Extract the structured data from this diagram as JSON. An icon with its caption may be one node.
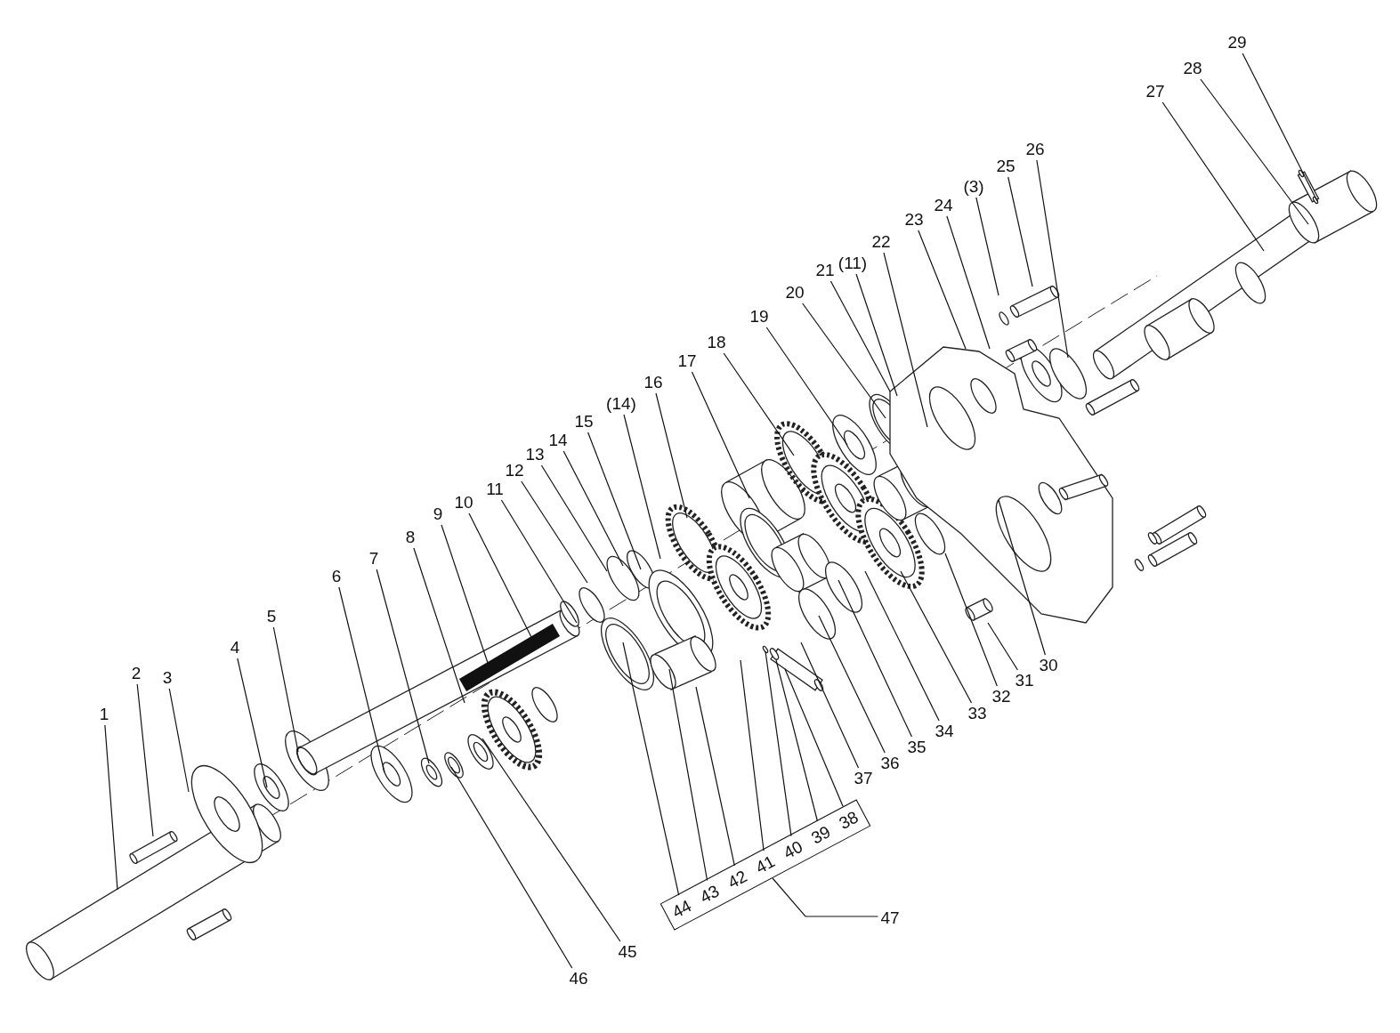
{
  "diagram": {
    "nodes": [
      {
        "text": [
          "1"
        ]
      },
      {
        "text": [
          "2"
        ]
      },
      {
        "text": [
          "3"
        ]
      },
      {
        "text": [
          "4"
        ]
      },
      {
        "text": [
          "5"
        ]
      },
      {
        "text": [
          "6"
        ]
      },
      {
        "text": [
          "7"
        ]
      },
      {
        "text": [
          "8"
        ]
      },
      {
        "text": [
          "9"
        ]
      },
      {
        "text": [
          "10"
        ]
      },
      {
        "text": [
          "11"
        ]
      },
      {
        "text": [
          "12"
        ]
      },
      {
        "text": [
          "13"
        ]
      },
      {
        "text": [
          "14"
        ]
      },
      {
        "text": [
          "15"
        ]
      },
      {
        "text": [
          "(14)"
        ]
      },
      {
        "text": [
          "16"
        ]
      },
      {
        "text": [
          "17"
        ]
      },
      {
        "text": [
          "18"
        ]
      },
      {
        "text": [
          "19"
        ]
      },
      {
        "text": [
          "20"
        ]
      },
      {
        "text": [
          "21"
        ]
      },
      {
        "text": [
          "(11)"
        ]
      },
      {
        "text": [
          "22"
        ]
      },
      {
        "text": [
          "23"
        ]
      },
      {
        "text": [
          "24"
        ]
      },
      {
        "text": [
          "(3)"
        ]
      },
      {
        "text": [
          "25"
        ]
      },
      {
        "text": [
          "26"
        ]
      },
      {
        "text": [
          "27"
        ]
      },
      {
        "text": [
          "28"
        ]
      },
      {
        "text": [
          "29"
        ]
      },
      {
        "text": [
          "30"
        ]
      },
      {
        "text": [
          "31"
        ]
      },
      {
        "text": [
          "32"
        ]
      },
      {
        "text": [
          "33"
        ]
      },
      {
        "text": [
          "34"
        ]
      },
      {
        "text": [
          "35"
        ]
      },
      {
        "text": [
          "36"
        ]
      },
      {
        "text": [
          "37"
        ]
      },
      {
        "text": [],
        "shape": "box"
      },
      {
        "text": [
          "44"
        ],
        "in": 40
      },
      {
        "text": [
          "43"
        ],
        "in": 40
      },
      {
        "text": [
          "42"
        ],
        "in": 40
      },
      {
        "text": [
          "41"
        ],
        "in": 40
      },
      {
        "text": [
          "40"
        ],
        "in": 40
      },
      {
        "text": [
          "39"
        ],
        "in": 40
      },
      {
        "text": [
          "38"
        ],
        "in": 40
      },
      {
        "text": [
          "45"
        ]
      },
      {
        "text": [
          "46"
        ]
      },
      {
        "text": [
          "47"
        ]
      }
    ],
    "edges": [
      {
        "from": 0,
        "to": null,
        "arrow": "none"
      },
      {
        "from": 1,
        "to": null,
        "arrow": "none"
      },
      {
        "from": 2,
        "to": null,
        "arrow": "none"
      },
      {
        "from": 3,
        "to": null,
        "arrow": "none"
      },
      {
        "from": 4,
        "to": null,
        "arrow": "none"
      },
      {
        "from": 5,
        "to": null,
        "arrow": "none"
      },
      {
        "from": 6,
        "to": null,
        "arrow": "none"
      },
      {
        "from": 7,
        "to": null,
        "arrow": "none"
      },
      {
        "from": 8,
        "to": null,
        "arrow": "none"
      },
      {
        "from": 9,
        "to": null,
        "arrow": "none"
      },
      {
        "from": 10,
        "to": null,
        "arrow": "none"
      },
      {
        "from": 11,
        "to": null,
        "arrow": "none"
      },
      {
        "from": 12,
        "to": null,
        "arrow": "none"
      },
      {
        "from": 13,
        "to": null,
        "arrow": "none"
      },
      {
        "from": 14,
        "to": null,
        "arrow": "none"
      },
      {
        "from": 15,
        "to": null,
        "arrow": "none"
      },
      {
        "from": 16,
        "to": null,
        "arrow": "none"
      },
      {
        "from": 17,
        "to": null,
        "arrow": "none"
      },
      {
        "from": 18,
        "to": null,
        "arrow": "none"
      },
      {
        "from": 19,
        "to": null,
        "arrow": "none"
      },
      {
        "from": 20,
        "to": null,
        "arrow": "none"
      },
      {
        "from": 21,
        "to": null,
        "arrow": "none"
      },
      {
        "from": 22,
        "to": null,
        "arrow": "none"
      },
      {
        "from": 23,
        "to": null,
        "arrow": "none"
      },
      {
        "from": 24,
        "to": null,
        "arrow": "none"
      },
      {
        "from": 25,
        "to": null,
        "arrow": "none"
      },
      {
        "from": 26,
        "to": null,
        "arrow": "none"
      },
      {
        "from": 27,
        "to": null,
        "arrow": "none"
      },
      {
        "from": 28,
        "to": null,
        "arrow": "none"
      },
      {
        "from": 29,
        "to": null,
        "arrow": "none"
      },
      {
        "from": 30,
        "to": null,
        "arrow": "none"
      },
      {
        "from": 31,
        "to": null,
        "arrow": "none"
      },
      {
        "from": 32,
        "to": null,
        "arrow": "none"
      },
      {
        "from": 33,
        "to": null,
        "arrow": "none"
      },
      {
        "from": 34,
        "to": null,
        "arrow": "none"
      },
      {
        "from": 35,
        "to": null,
        "arrow": "none"
      },
      {
        "from": 36,
        "to": null,
        "arrow": "none"
      },
      {
        "from": 37,
        "to": null,
        "arrow": "none"
      },
      {
        "from": 38,
        "to": null,
        "arrow": "none"
      },
      {
        "from": 39,
        "to": null,
        "arrow": "none"
      },
      {
        "from": 41,
        "to": null,
        "arrow": "none"
      },
      {
        "from": 42,
        "to": null,
        "arrow": "none"
      },
      {
        "from": 43,
        "to": null,
        "arrow": "none"
      },
      {
        "from": 44,
        "to": null,
        "arrow": "none"
      },
      {
        "from": 45,
        "to": null,
        "arrow": "none"
      },
      {
        "from": 46,
        "to": null,
        "arrow": "none"
      },
      {
        "from": 47,
        "to": null,
        "arrow": "none"
      },
      {
        "from": 48,
        "to": null,
        "arrow": "none"
      },
      {
        "from": 49,
        "to": null,
        "arrow": "none"
      },
      {
        "from": 50,
        "to": 40,
        "arrow": "none"
      }
    ]
  }
}
